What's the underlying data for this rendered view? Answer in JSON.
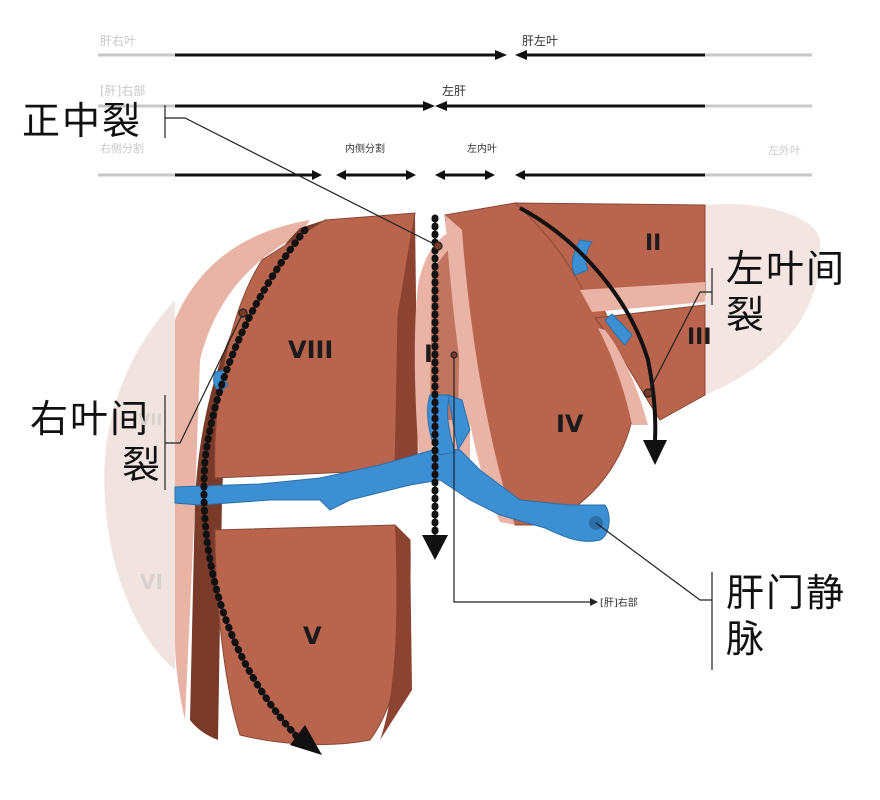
{
  "header_bars": {
    "row1_left": "肝右叶",
    "row1_right": "肝左叶",
    "row2_left": "[肝]右部",
    "row2_right": "左肝",
    "row3_left": "右侧分割",
    "row3_mid": "内侧分割",
    "row3_midright": "左内叶",
    "row3_right": "左外叶"
  },
  "callouts": {
    "median_fissure": "正中裂",
    "left_interlobar_fissure": [
      "左叶间",
      "裂"
    ],
    "right_interlobar_fissure": [
      "右叶间",
      "裂"
    ],
    "portal_vein": [
      "肝门静",
      "脉"
    ],
    "right_part_small": "[肝]右部"
  },
  "segments": {
    "I": "I",
    "II": "II",
    "III": "III",
    "IV": "IV",
    "V": "V",
    "VI": "VI",
    "VII": "VII",
    "VIII": "VIII"
  },
  "colors": {
    "liver": "#b9654d",
    "liver_dark": "#7a3a2a",
    "liver_pink": "#e9b4a6",
    "vessel": "#3d8fd4",
    "ghost": "#efdcd6",
    "arrow": "#111111"
  }
}
